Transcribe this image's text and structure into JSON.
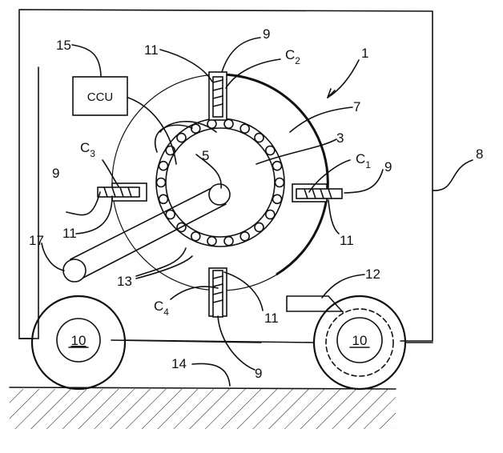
{
  "figure": {
    "type": "patent-drawing",
    "subject": "vehicle with rotating drum and coil sensors"
  },
  "components": {
    "ccu_box": {
      "text": "CCU"
    }
  },
  "labels": {
    "l1": "1",
    "l3": "3",
    "l5": "5",
    "l7": "7",
    "l8": "8",
    "l9_top": "9",
    "l9_left": "9",
    "l9_right": "9",
    "l9_bottom": "9",
    "l10_left": "10",
    "l10_right": "10",
    "l11_top": "11",
    "l11_left": "11",
    "l11_right": "11",
    "l11_bottom": "11",
    "l12": "12",
    "l13": "13",
    "l14": "14",
    "l15": "15",
    "l17": "17",
    "c1": {
      "base": "C",
      "sub": "1"
    },
    "c2": {
      "base": "C",
      "sub": "2"
    },
    "c3": {
      "base": "C",
      "sub": "3"
    },
    "c4": {
      "base": "C",
      "sub": "4"
    }
  }
}
